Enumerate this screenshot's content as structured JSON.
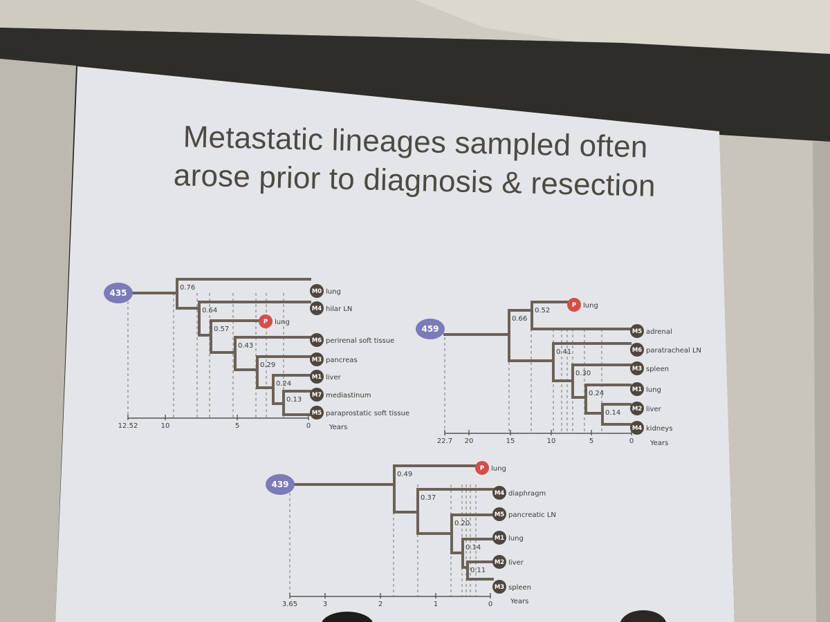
{
  "slide": {
    "title_line1": "Metastatic lineages sampled often",
    "title_line2": "arose prior to diagnosis & resection"
  },
  "colors": {
    "screen": "#e4e5e9",
    "branch": "#6a6259",
    "root_badge": "#7b7bb8",
    "primary_badge": "#d05048",
    "met_badge": "#4e463f",
    "text": "#3a3a3a",
    "wall": "#c8c3bb"
  },
  "trees": [
    {
      "root": "435",
      "axis": {
        "ticks": [
          "12.52",
          "10",
          "5",
          "0"
        ],
        "title": "Years"
      },
      "nodes": [
        "0.76",
        "0.64",
        "0.57",
        "0.43",
        "0.29",
        "0.24",
        "0.13"
      ],
      "leaves": [
        {
          "code": "M0",
          "tissue": "lung"
        },
        {
          "code": "M4",
          "tissue": "hilar LN"
        },
        {
          "code": "P",
          "tissue": "lung",
          "primary": true
        },
        {
          "code": "M6",
          "tissue": "perirenal soft tissue"
        },
        {
          "code": "M3",
          "tissue": "pancreas"
        },
        {
          "code": "M1",
          "tissue": "liver"
        },
        {
          "code": "M7",
          "tissue": "mediastinum"
        },
        {
          "code": "M5",
          "tissue": "paraprostatic soft tissue"
        }
      ]
    },
    {
      "root": "459",
      "axis": {
        "ticks": [
          "22.7",
          "20",
          "15",
          "10",
          "5",
          "0"
        ],
        "title": "Years"
      },
      "nodes": [
        "0.66",
        "0.52",
        "0.41",
        "0.30",
        "0.24",
        "0.14"
      ],
      "leaves": [
        {
          "code": "P",
          "tissue": "lung",
          "primary": true
        },
        {
          "code": "M5",
          "tissue": "adrenal"
        },
        {
          "code": "M6",
          "tissue": "paratracheal LN"
        },
        {
          "code": "M3",
          "tissue": "spleen"
        },
        {
          "code": "M1",
          "tissue": "lung"
        },
        {
          "code": "M2",
          "tissue": "liver"
        },
        {
          "code": "M4",
          "tissue": "kidneys"
        }
      ]
    },
    {
      "root": "439",
      "axis": {
        "ticks": [
          "3.65",
          "3",
          "2",
          "1",
          "0"
        ],
        "title": "Years"
      },
      "nodes": [
        "0.49",
        "0.37",
        "0.20",
        "0.14",
        "0.11"
      ],
      "leaves": [
        {
          "code": "P",
          "tissue": "lung",
          "primary": true
        },
        {
          "code": "M4",
          "tissue": "diaphragm"
        },
        {
          "code": "M5",
          "tissue": "pancreatic LN"
        },
        {
          "code": "M1",
          "tissue": "lung"
        },
        {
          "code": "M2",
          "tissue": "liver"
        },
        {
          "code": "M3",
          "tissue": "spleen"
        }
      ]
    }
  ]
}
